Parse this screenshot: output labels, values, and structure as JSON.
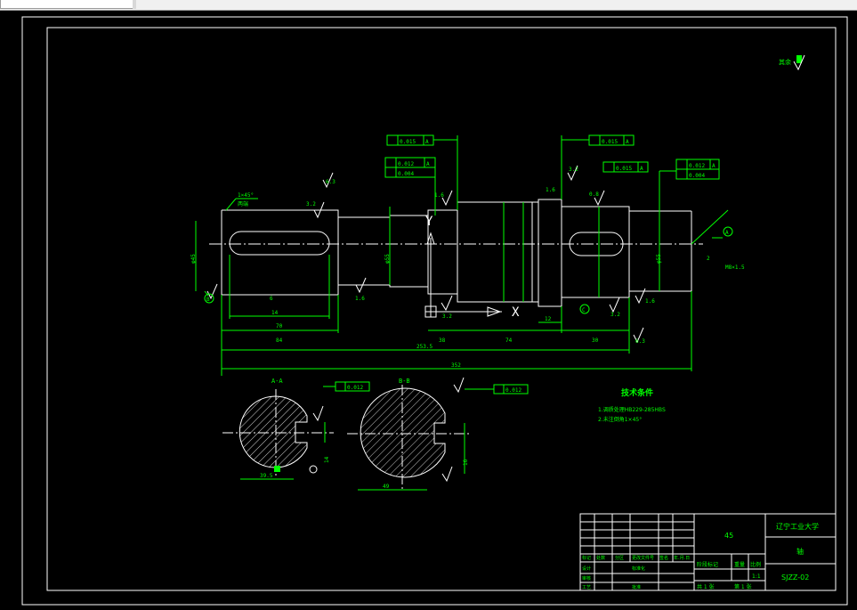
{
  "colors": {
    "background": "#000000",
    "part": "#ffffff",
    "annotation": "#00ff00",
    "toolbar": "#f0f0f0"
  },
  "header": {
    "roughness_note": "其余"
  },
  "labels": {
    "chamfer": "1×45°",
    "keyway_note": "两端",
    "section_a": "A-A",
    "section_b": "B-B",
    "datum_a": "A",
    "datum_b": "B",
    "datum_c": "C",
    "axis_y": "Y",
    "axis_x": "X",
    "tol_1": "0.015",
    "tol_2": "0.012",
    "tol_3": "0.004",
    "tol_4": "0.015",
    "tol_5": "0.015",
    "tol_6": "0.012",
    "tol_7": "0.004",
    "tol_8": "0.012",
    "tol_9": "0.012",
    "rough_1": "3.2",
    "rough_2": "1.6",
    "rough_3": "3.2",
    "rough_4": "1.6",
    "rough_5": "0.8",
    "rough_6": "3.2",
    "rough_7": "6.3",
    "rough_8": "1.6",
    "rough_9": "3.2",
    "rough_10": "6.3",
    "rough_11": "1.6",
    "dim_left_dia": "φ45",
    "dim_mid_dia": "φ55",
    "dim_right_dia": "φ55",
    "dim_key_w": "14",
    "dim_key_len": "70",
    "dim_seg1": "84",
    "dim_seg2": "38",
    "dim_seg3": "74",
    "dim_seg4": "12",
    "dim_seg5": "30",
    "dim_total_inner": "253.5",
    "dim_total": "352",
    "dim_thread": "M8×1.5",
    "dim_small_1": "6",
    "dim_small_2": "2",
    "sec_a_w": "14",
    "sec_a_d": "39.5",
    "sec_b_w": "16",
    "sec_b_d": "49"
  },
  "tech": {
    "title": "技术条件",
    "line1": "1.调质处理HB229-285HBS",
    "line2": "2.未注倒角1×45°"
  },
  "title_block": {
    "material": "45",
    "school": "辽宁工业大学",
    "part_name": "轴",
    "drawing_no": "SJZZ-02",
    "scale_label": "比例",
    "scale_value": "1:1",
    "mark_label": "标记",
    "count_label": "处数",
    "zone_label": "分区",
    "change_label": "更改文件号",
    "sign_label": "签名",
    "date_label": "年.月.日",
    "design_label": "设计",
    "std_label": "标准化",
    "audit_label": "审核",
    "process_label": "工艺",
    "approve_label": "批准",
    "stage_label": "阶段标记",
    "weight_label": "重量",
    "sheets_total": "共 1 张",
    "sheet_no": "第 1 张"
  }
}
